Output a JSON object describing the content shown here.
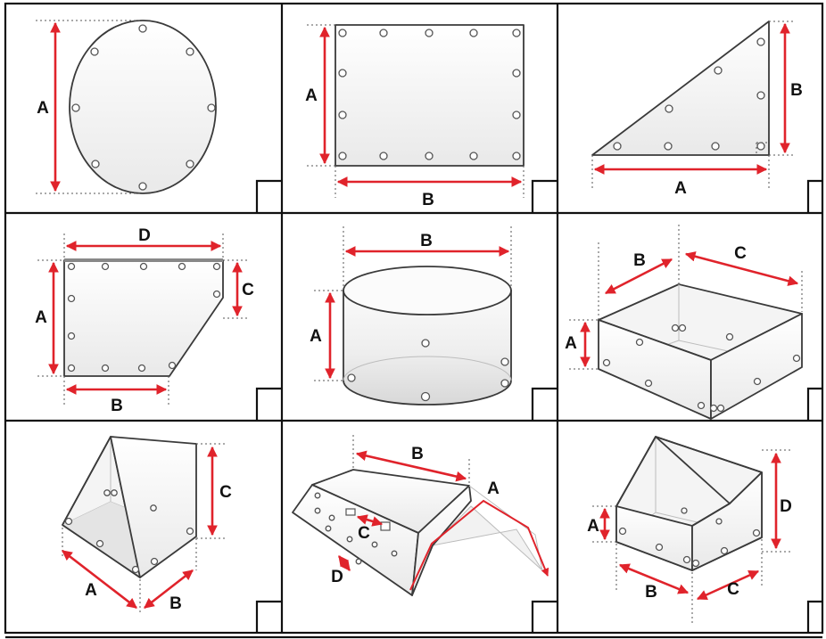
{
  "labels": {
    "circle": {
      "a": "A"
    },
    "rect": {
      "a": "A",
      "b": "B"
    },
    "triangle": {
      "a": "A",
      "b": "B"
    },
    "cut": {
      "a": "A",
      "b": "B",
      "c": "C",
      "d": "D"
    },
    "cylinder": {
      "a": "A",
      "b": "B"
    },
    "box": {
      "a": "A",
      "b": "B",
      "c": "C"
    },
    "wedge": {
      "a": "A",
      "b": "B",
      "c": "C"
    },
    "cover": {
      "a": "A",
      "b": "B",
      "c": "C",
      "d": "D"
    },
    "house": {
      "a": "A",
      "b": "B",
      "c": "C",
      "d": "D"
    }
  },
  "colors": {
    "dimension": "#e0232b",
    "outline": "#3a3a3a",
    "grid": "#111111"
  }
}
